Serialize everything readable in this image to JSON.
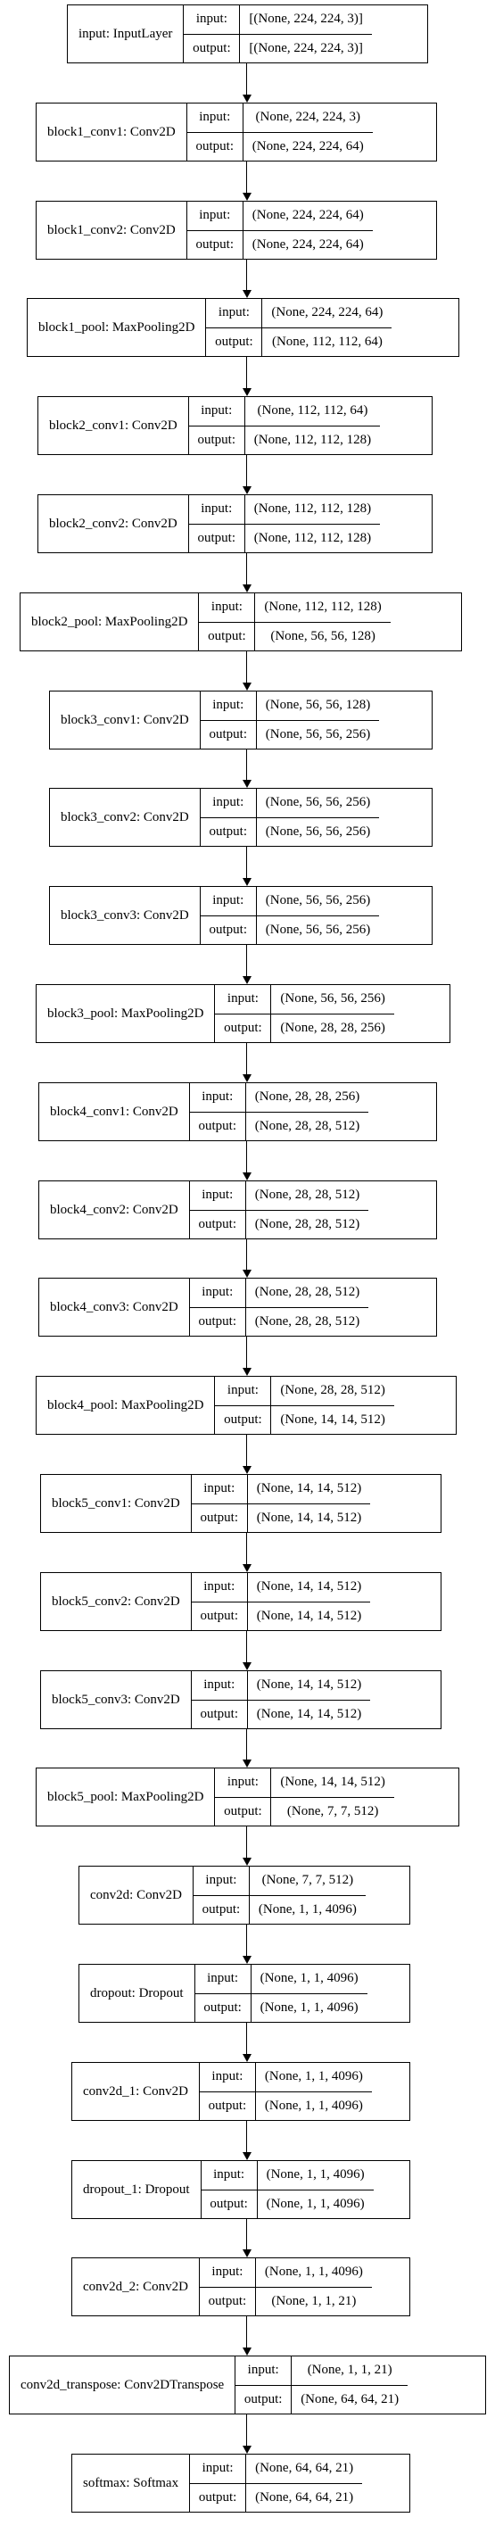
{
  "labels": {
    "input": "input:",
    "output": "output:"
  },
  "layers": [
    {
      "name": "input: InputLayer",
      "input": "[(None, 224, 224, 3)]",
      "output": "[(None, 224, 224, 3)]"
    },
    {
      "name": "block1_conv1: Conv2D",
      "input": "(None, 224, 224, 3)",
      "output": "(None, 224, 224, 64)"
    },
    {
      "name": "block1_conv2: Conv2D",
      "input": "(None, 224, 224, 64)",
      "output": "(None, 224, 224, 64)"
    },
    {
      "name": "block1_pool: MaxPooling2D",
      "input": "(None, 224, 224, 64)",
      "output": "(None, 112, 112, 64)"
    },
    {
      "name": "block2_conv1: Conv2D",
      "input": "(None, 112, 112, 64)",
      "output": "(None, 112, 112, 128)"
    },
    {
      "name": "block2_conv2: Conv2D",
      "input": "(None, 112, 112, 128)",
      "output": "(None, 112, 112, 128)"
    },
    {
      "name": "block2_pool: MaxPooling2D",
      "input": "(None, 112, 112, 128)",
      "output": "(None, 56, 56, 128)"
    },
    {
      "name": "block3_conv1: Conv2D",
      "input": "(None, 56, 56, 128)",
      "output": "(None, 56, 56, 256)"
    },
    {
      "name": "block3_conv2: Conv2D",
      "input": "(None, 56, 56, 256)",
      "output": "(None, 56, 56, 256)"
    },
    {
      "name": "block3_conv3: Conv2D",
      "input": "(None, 56, 56, 256)",
      "output": "(None, 56, 56, 256)"
    },
    {
      "name": "block3_pool: MaxPooling2D",
      "input": "(None, 56, 56, 256)",
      "output": "(None, 28, 28, 256)"
    },
    {
      "name": "block4_conv1: Conv2D",
      "input": "(None, 28, 28, 256)",
      "output": "(None, 28, 28, 512)"
    },
    {
      "name": "block4_conv2: Conv2D",
      "input": "(None, 28, 28, 512)",
      "output": "(None, 28, 28, 512)"
    },
    {
      "name": "block4_conv3: Conv2D",
      "input": "(None, 28, 28, 512)",
      "output": "(None, 28, 28, 512)"
    },
    {
      "name": "block4_pool: MaxPooling2D",
      "input": "(None, 28, 28, 512)",
      "output": "(None, 14, 14, 512)"
    },
    {
      "name": "block5_conv1: Conv2D",
      "input": "(None, 14, 14, 512)",
      "output": "(None, 14, 14, 512)"
    },
    {
      "name": "block5_conv2: Conv2D",
      "input": "(None, 14, 14, 512)",
      "output": "(None, 14, 14, 512)"
    },
    {
      "name": "block5_conv3: Conv2D",
      "input": "(None, 14, 14, 512)",
      "output": "(None, 14, 14, 512)"
    },
    {
      "name": "block5_pool: MaxPooling2D",
      "input": "(None, 14, 14, 512)",
      "output": "(None, 7, 7, 512)"
    },
    {
      "name": "conv2d: Conv2D",
      "input": "(None, 7, 7, 512)",
      "output": "(None, 1, 1, 4096)"
    },
    {
      "name": "dropout: Dropout",
      "input": "(None, 1, 1, 4096)",
      "output": "(None, 1, 1, 4096)"
    },
    {
      "name": "conv2d_1: Conv2D",
      "input": "(None, 1, 1, 4096)",
      "output": "(None, 1, 1, 4096)"
    },
    {
      "name": "dropout_1: Dropout",
      "input": "(None, 1, 1, 4096)",
      "output": "(None, 1, 1, 4096)"
    },
    {
      "name": "conv2d_2: Conv2D",
      "input": "(None, 1, 1, 4096)",
      "output": "(None, 1, 1, 21)"
    },
    {
      "name": "conv2d_transpose: Conv2DTranspose",
      "input": "(None, 1, 1, 21)",
      "output": "(None, 64, 64, 21)"
    },
    {
      "name": "softmax: Softmax",
      "input": "(None, 64, 64, 21)",
      "output": "(None, 64, 64, 21)"
    }
  ]
}
